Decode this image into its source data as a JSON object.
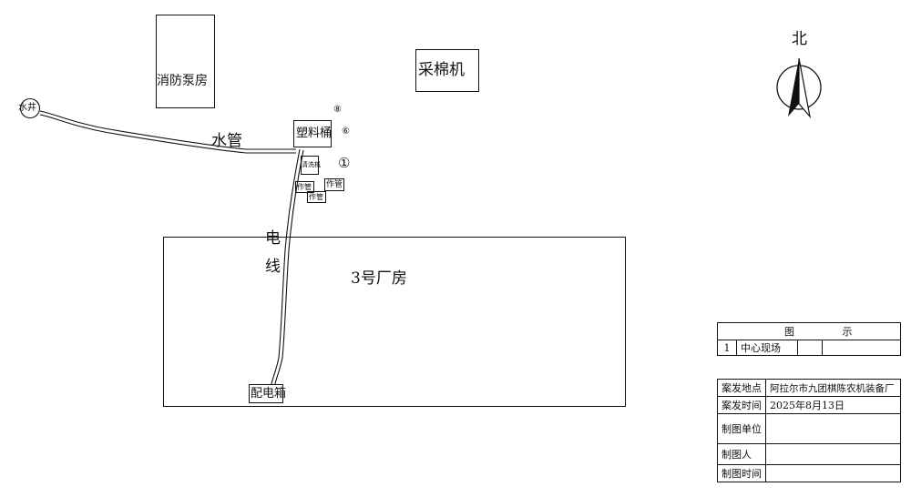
{
  "buildings": {
    "pump_house": "消防泵房",
    "cotton_picker": "采棉机",
    "plastic_bucket": "塑料桶",
    "washer": "清洗机",
    "pipe_a": "作管",
    "pipe_b": "作管",
    "pipe_c": "作管",
    "factory": "3号厂房",
    "distribution_box": "配电箱"
  },
  "labels": {
    "well": "水井",
    "water_pipe": "水管",
    "wire_1": "电",
    "wire_2": "线",
    "north": "北"
  },
  "markers": {
    "m1": "①",
    "m2": "⑥",
    "m3": "⑧"
  },
  "legend": {
    "header_left": "图",
    "header_right": "示",
    "row_num": "1",
    "row_text": "中心现场"
  },
  "info": {
    "place_label": "案发地点",
    "place_value": "阿拉尔市九团棋陈农机装备厂",
    "time_label": "案发时间",
    "time_value": "2025年8月13日",
    "unit_label": "制图单位",
    "unit_value": "",
    "person_label": "制图人",
    "person_value": "",
    "date_label": "制图时间",
    "date_value": ""
  }
}
